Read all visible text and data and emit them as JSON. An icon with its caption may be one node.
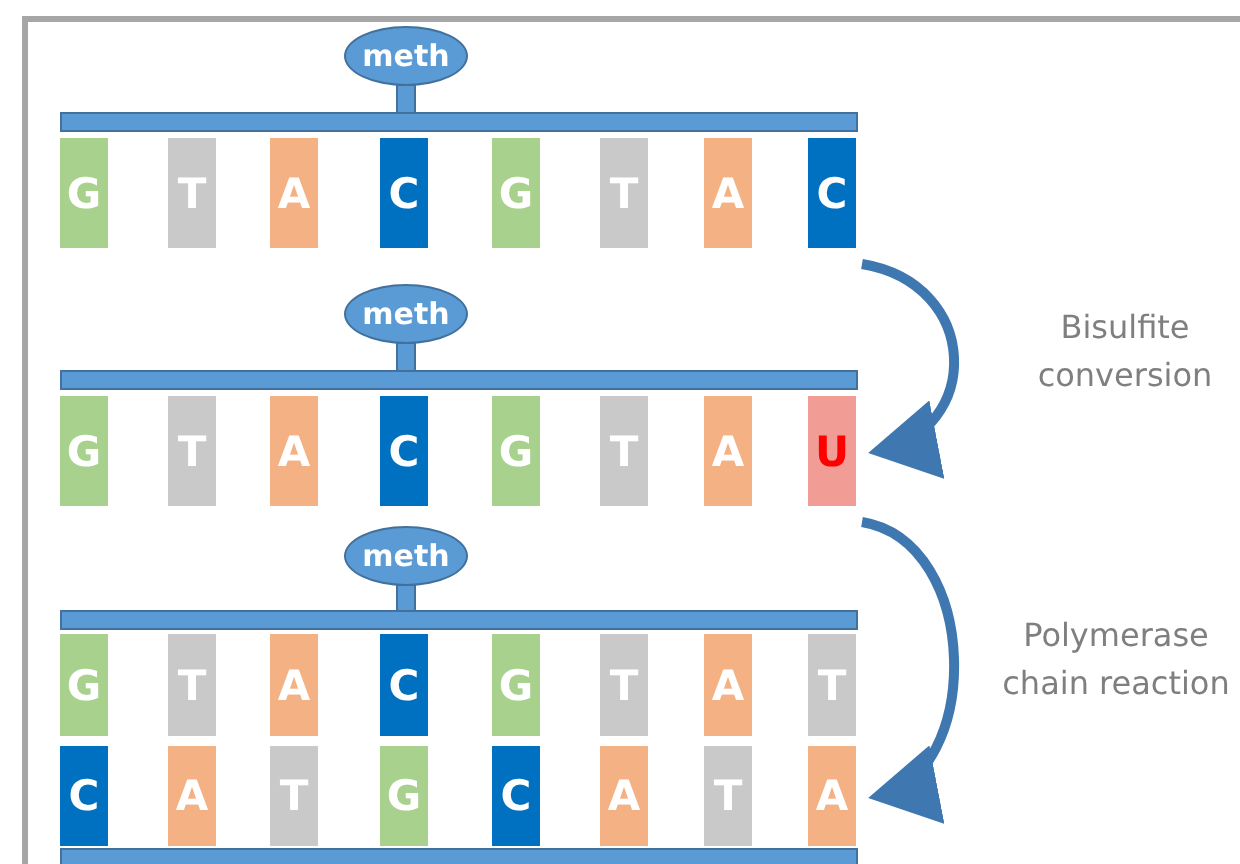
{
  "diagram": {
    "nodes": [
      {
        "text": [
          "meth"
        ]
      },
      {
        "text": [
          "G"
        ]
      },
      {
        "text": [
          "T"
        ]
      },
      {
        "text": [
          "A"
        ]
      },
      {
        "text": [
          "C"
        ]
      },
      {
        "text": [
          "G"
        ]
      },
      {
        "text": [
          "T"
        ]
      },
      {
        "text": [
          "A"
        ]
      },
      {
        "text": [
          "C"
        ]
      },
      {
        "text": [
          "meth"
        ]
      },
      {
        "text": [
          "G"
        ]
      },
      {
        "text": [
          "T"
        ]
      },
      {
        "text": [
          "A"
        ]
      },
      {
        "text": [
          "C"
        ]
      },
      {
        "text": [
          "G"
        ]
      },
      {
        "text": [
          "T"
        ]
      },
      {
        "text": [
          "A"
        ]
      },
      {
        "text": [
          "U"
        ]
      },
      {
        "text": [
          "meth"
        ]
      },
      {
        "text": [
          "G"
        ]
      },
      {
        "text": [
          "T"
        ]
      },
      {
        "text": [
          "A"
        ]
      },
      {
        "text": [
          "C"
        ]
      },
      {
        "text": [
          "G"
        ]
      },
      {
        "text": [
          "T"
        ]
      },
      {
        "text": [
          "A"
        ]
      },
      {
        "text": [
          "T"
        ]
      },
      {
        "text": [
          "C"
        ]
      },
      {
        "text": [
          "A"
        ]
      },
      {
        "text": [
          "T"
        ]
      },
      {
        "text": [
          "G"
        ]
      },
      {
        "text": [
          "C"
        ]
      },
      {
        "text": [
          "A"
        ]
      },
      {
        "text": [
          "T"
        ]
      },
      {
        "text": [
          "A"
        ]
      }
    ],
    "edges": [
      {
        "from": 8,
        "to": 17,
        "arrow": "to",
        "label": "Bisulfite conversion"
      },
      {
        "from": 17,
        "to": 34,
        "arrow": "to",
        "label": "Polymerase chain reaction"
      }
    ]
  }
}
